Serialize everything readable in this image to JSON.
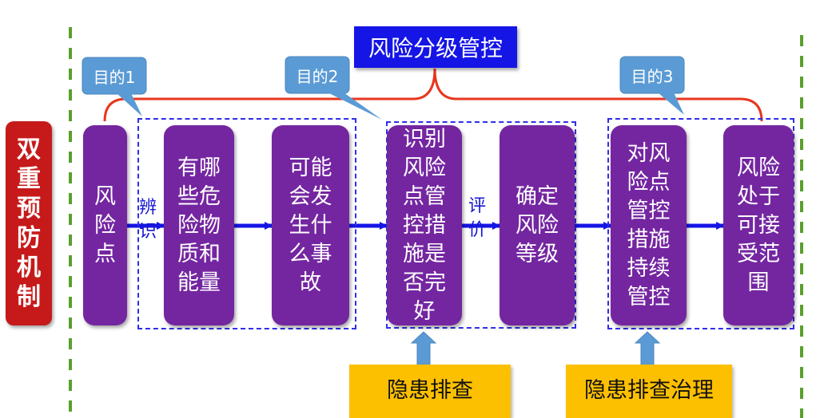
{
  "title": "风险分级管控",
  "left_label": "双重预防机制",
  "nodes": {
    "n1": "风险点",
    "n2": "有哪些危险物质和能量",
    "n3": "可能会发生什么事故",
    "n4": "识别风险点管控措施是否完好",
    "n5": "确定风险等级",
    "n6": "对风险点管控措施持续管控",
    "n7": "风险处于可接受范围"
  },
  "step_labels": {
    "identify": "辨识",
    "evaluate": "评价"
  },
  "purposes": [
    "目的1",
    "目的2",
    "目的3"
  ],
  "bottom": {
    "b1": "隐患排查",
    "b2": "隐患排查治理"
  },
  "colors": {
    "purple": "#7426a1",
    "blue": "#1515e6",
    "red": "#c61a1a",
    "yellow": "#fdc000",
    "callout": "#5b9bd5",
    "green_dash": "#5aa02c",
    "bracket": "#e8361e"
  }
}
